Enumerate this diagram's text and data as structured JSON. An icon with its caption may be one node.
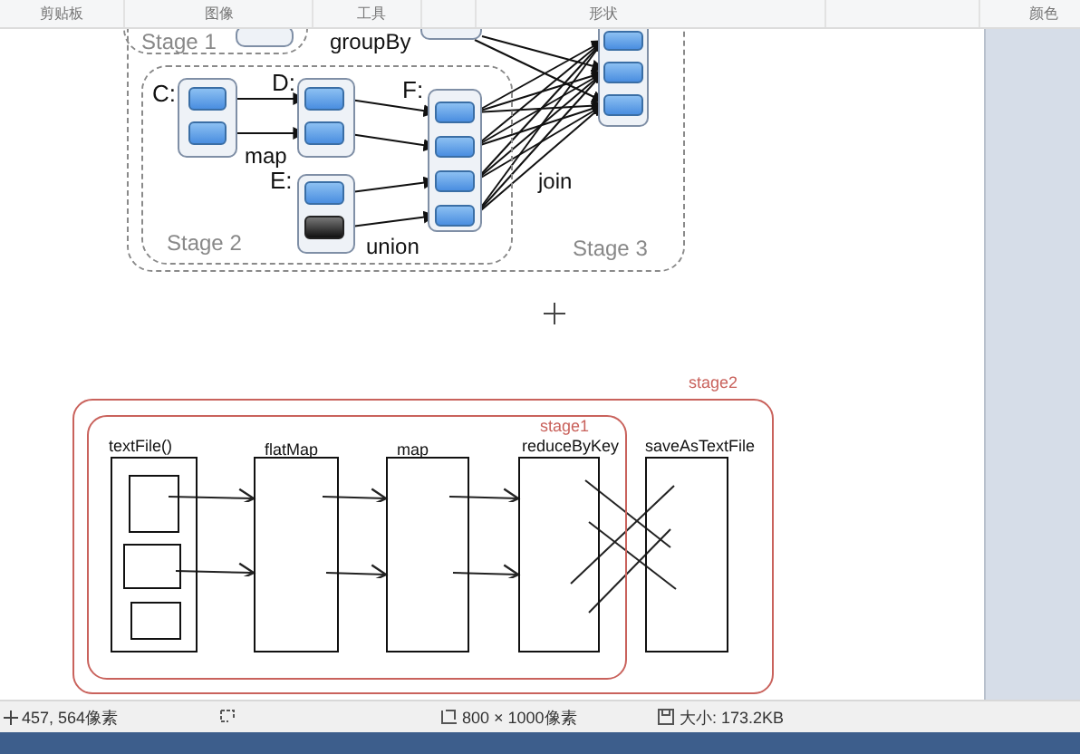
{
  "diagram": {
    "nodes": [
      {
        "text": [
          "Stage 3"
        ]
      },
      {
        "text": [
          "Stage 1"
        ],
        "in": 0
      },
      {
        "text": [],
        "shape": "box",
        "in": 1
      },
      {
        "text": [],
        "shape": "box",
        "in": 0
      },
      {
        "text": [],
        "shape": "box",
        "in": 0
      },
      {
        "text": [],
        "shape": "box",
        "in": 4
      },
      {
        "text": [],
        "shape": "box",
        "in": 4
      },
      {
        "text": [],
        "shape": "box",
        "in": 4
      },
      {
        "text": [
          "Stage 2"
        ],
        "in": 0
      },
      {
        "text": [
          "C:"
        ],
        "in": 8
      },
      {
        "text": [],
        "shape": "box",
        "in": 9
      },
      {
        "text": [],
        "shape": "box",
        "in": 9
      },
      {
        "text": [
          "D:"
        ],
        "in": 8
      },
      {
        "text": [],
        "shape": "box",
        "in": 12
      },
      {
        "text": [],
        "shape": "box",
        "in": 12
      },
      {
        "text": [
          "E:"
        ],
        "in": 8
      },
      {
        "text": [],
        "shape": "box",
        "in": 15
      },
      {
        "text": [],
        "shape": "box",
        "in": 15
      },
      {
        "text": [
          "F:"
        ],
        "in": 8
      },
      {
        "text": [],
        "shape": "box",
        "in": 18
      },
      {
        "text": [],
        "shape": "box",
        "in": 18
      },
      {
        "text": [],
        "shape": "box",
        "in": 18
      },
      {
        "text": [],
        "shape": "box",
        "in": 18
      },
      {
        "text": [
          "stage2"
        ]
      },
      {
        "text": [
          "stage1"
        ],
        "in": 23
      },
      {
        "text": [
          "textFile()"
        ],
        "in": 24
      },
      {
        "text": [],
        "shape": "box",
        "in": 25
      },
      {
        "text": [],
        "shape": "box",
        "in": 25
      },
      {
        "text": [],
        "shape": "box",
        "in": 25
      },
      {
        "text": [
          "flatMap"
        ],
        "in": 24
      },
      {
        "text": [
          "map"
        ],
        "in": 24
      },
      {
        "text": [
          "reduceByKey"
        ],
        "in": 24
      },
      {
        "text": [
          "saveAsTextFile"
        ],
        "in": 23
      }
    ],
    "edges": [
      {
        "from": 10,
        "to": 13,
        "arrow": "to"
      },
      {
        "from": 11,
        "to": 14,
        "arrow": "to"
      },
      {
        "from": 13,
        "to": 19,
        "arrow": "to"
      },
      {
        "from": 14,
        "to": 20,
        "arrow": "to"
      },
      {
        "from": 16,
        "to": 21,
        "arrow": "to"
      },
      {
        "from": 17,
        "to": 22,
        "arrow": "to"
      },
      {
        "from": 19,
        "to": 5,
        "arrow": "to"
      },
      {
        "from": 19,
        "to": 6,
        "arrow": "to"
      },
      {
        "from": 19,
        "to": 7,
        "arrow": "to"
      },
      {
        "from": 20,
        "to": 5,
        "arrow": "to"
      },
      {
        "from": 20,
        "to": 6,
        "arrow": "to"
      },
      {
        "from": 20,
        "to": 7,
        "arrow": "to"
      },
      {
        "from": 21,
        "to": 5,
        "arrow": "to"
      },
      {
        "from": 21,
        "to": 6,
        "arrow": "to"
      },
      {
        "from": 21,
        "to": 7,
        "arrow": "to"
      },
      {
        "from": 22,
        "to": 5,
        "arrow": "to"
      },
      {
        "from": 22,
        "to": 6,
        "arrow": "to"
      },
      {
        "from": 22,
        "to": 7,
        "arrow": "to"
      },
      {
        "from": 3,
        "to": 6,
        "arrow": "to"
      },
      {
        "from": 3,
        "to": 7,
        "arrow": "to"
      },
      {
        "from": 26,
        "to": 29,
        "arrow": "to"
      },
      {
        "from": 27,
        "to": 29,
        "arrow": "to"
      },
      {
        "from": 29,
        "to": 30,
        "arrow": "to"
      },
      {
        "from": 29,
        "to": 30,
        "arrow": "to"
      },
      {
        "from": 30,
        "to": 31,
        "arrow": "to"
      },
      {
        "from": 30,
        "to": 31,
        "arrow": "to"
      },
      {
        "from": 31,
        "to": 32,
        "arrow": "none"
      },
      {
        "from": 31,
        "to": 32,
        "arrow": "none"
      },
      {
        "from": 31,
        "to": 32,
        "arrow": "none"
      },
      {
        "from": 31,
        "to": 32,
        "arrow": "none"
      }
    ],
    "labels": [
      "剪贴板",
      "图像",
      "工具",
      "形状",
      "颜色",
      "groupBy",
      "map",
      "union",
      "join",
      "457, 564像素",
      "800 × 1000像素",
      "大小: 173.2KB"
    ]
  }
}
